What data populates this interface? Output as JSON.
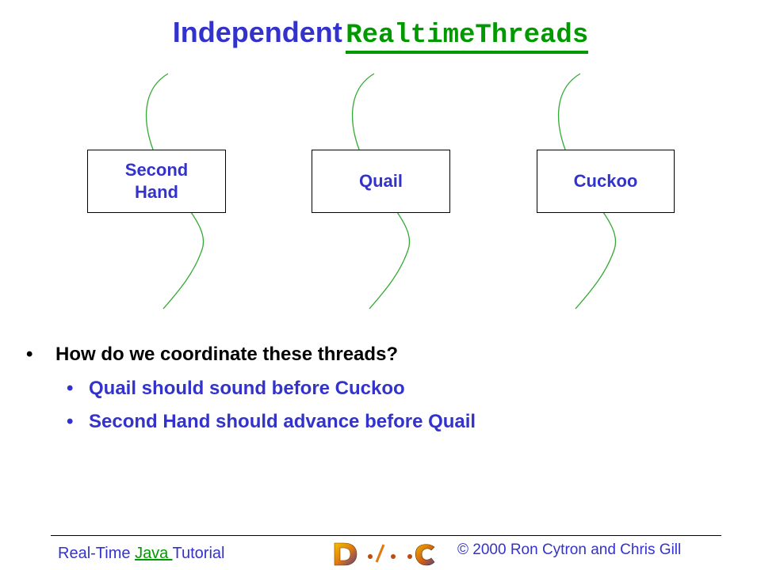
{
  "title": {
    "plain": "Independent",
    "code": "RealtimeThreads"
  },
  "boxes": {
    "second_hand": "Second Hand",
    "quail": "Quail",
    "cuckoo": "Cuckoo"
  },
  "bullets": {
    "main": "How do we coordinate these threads?",
    "sub": [
      "Quail should sound before Cuckoo",
      "Second Hand should advance before Quail"
    ],
    "bullet_glyph": "•"
  },
  "footer": {
    "left_before": "Real-Time ",
    "left_link": "Java ",
    "left_after": "Tutorial",
    "right": "© 2000 Ron Cytron and Chris Gill"
  },
  "colors": {
    "title_blue": "#3333cc",
    "code_green": "#009900",
    "thread_line": "#33aa33"
  }
}
